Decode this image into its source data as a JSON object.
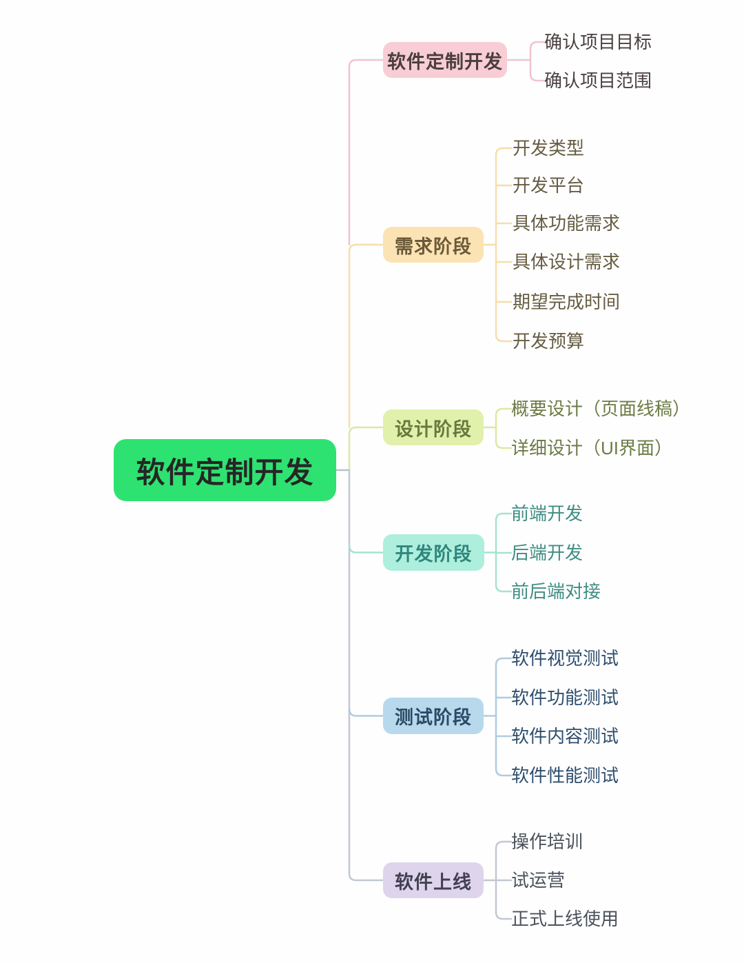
{
  "root": {
    "label": "软件定制开发",
    "bg_color": "#2ee271",
    "text_color": "#262626"
  },
  "branches": [
    {
      "label": "软件定制开发",
      "node_bg": "#f9cdd5",
      "node_text_color": "#4a3e3e",
      "line_color": "#f1c3cd",
      "children": [
        "确认项目目标",
        "确认项目范围"
      ]
    },
    {
      "label": "需求阶段",
      "node_bg": "#fce3b4",
      "node_text_color": "#6b5a3a",
      "line_color": "#f5deaa",
      "children": [
        "开发类型",
        "开发平台",
        "具体功能需求",
        "具体设计需求",
        "期望完成时间",
        "开发预算"
      ]
    },
    {
      "label": "设计阶段",
      "node_bg": "#e1f0ab",
      "node_text_color": "#68793e",
      "line_color": "#d9eaa4",
      "children": [
        "概要设计（页面线稿）",
        "详细设计（UI界面）"
      ]
    },
    {
      "label": "开发阶段",
      "node_bg": "#aeeedd",
      "node_text_color": "#2f867c",
      "line_color": "#a3e3d1",
      "children": [
        "前端开发",
        "后端开发",
        "前后端对接"
      ]
    },
    {
      "label": "测试阶段",
      "node_bg": "#b8d9ec",
      "node_text_color": "#2b4a66",
      "line_color": "#b0cbe0",
      "children": [
        "软件视觉测试",
        "软件功能测试",
        "软件内容测试",
        "软件性能测试"
      ]
    },
    {
      "label": "软件上线",
      "node_bg": "#ded5ec",
      "node_text_color": "#424050",
      "line_color": "#c2c8d2",
      "children": [
        "操作培训",
        "试运营",
        "正式上线使用"
      ]
    }
  ],
  "trunk_color": "#b7c1d0"
}
